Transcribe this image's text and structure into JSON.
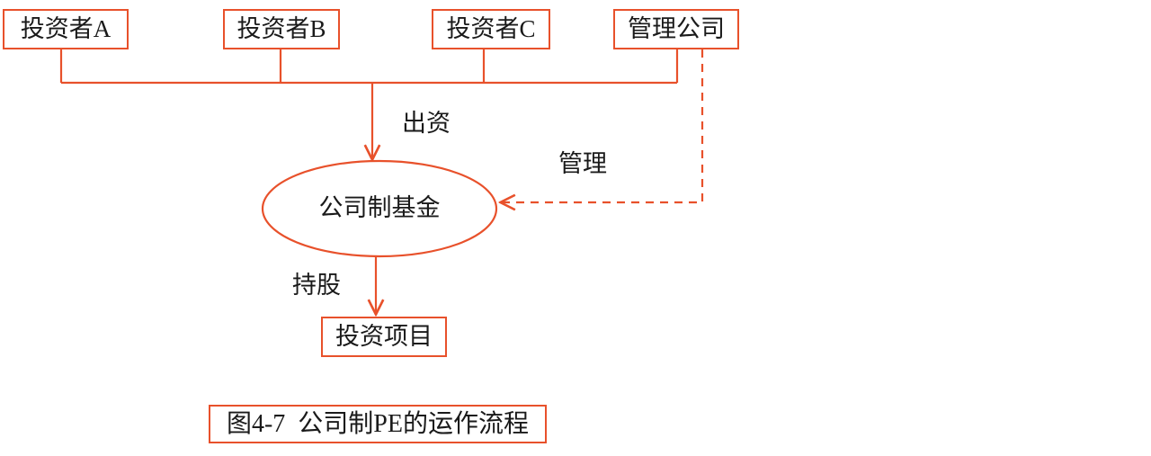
{
  "diagram": {
    "title": "公司制PE的运作流程",
    "accent_color": "#E8512B",
    "text_color": "#1a1a1a",
    "background_color": "#ffffff",
    "nodes": [
      {
        "id": "investor-a",
        "label": "投资者A",
        "shape": "rect"
      },
      {
        "id": "investor-b",
        "label": "投资者B",
        "shape": "rect"
      },
      {
        "id": "investor-c",
        "label": "投资者C",
        "shape": "rect"
      },
      {
        "id": "management-company",
        "label": "管理公司",
        "shape": "rect"
      },
      {
        "id": "corporate-fund",
        "label": "公司制基金",
        "shape": "ellipse"
      },
      {
        "id": "investment-project",
        "label": "投资项目",
        "shape": "rect"
      }
    ],
    "edges": [
      {
        "id": "contribution",
        "label": "出资",
        "from": "investors",
        "to": "corporate-fund",
        "style": "solid",
        "arrow": true
      },
      {
        "id": "management",
        "label": "管理",
        "from": "management-company",
        "to": "corporate-fund",
        "style": "dashed",
        "arrow": true
      },
      {
        "id": "shareholding",
        "label": "持股",
        "from": "corporate-fund",
        "to": "investment-project",
        "style": "solid",
        "arrow": true
      }
    ],
    "caption": "图4-7  公司制PE的运作流程"
  }
}
